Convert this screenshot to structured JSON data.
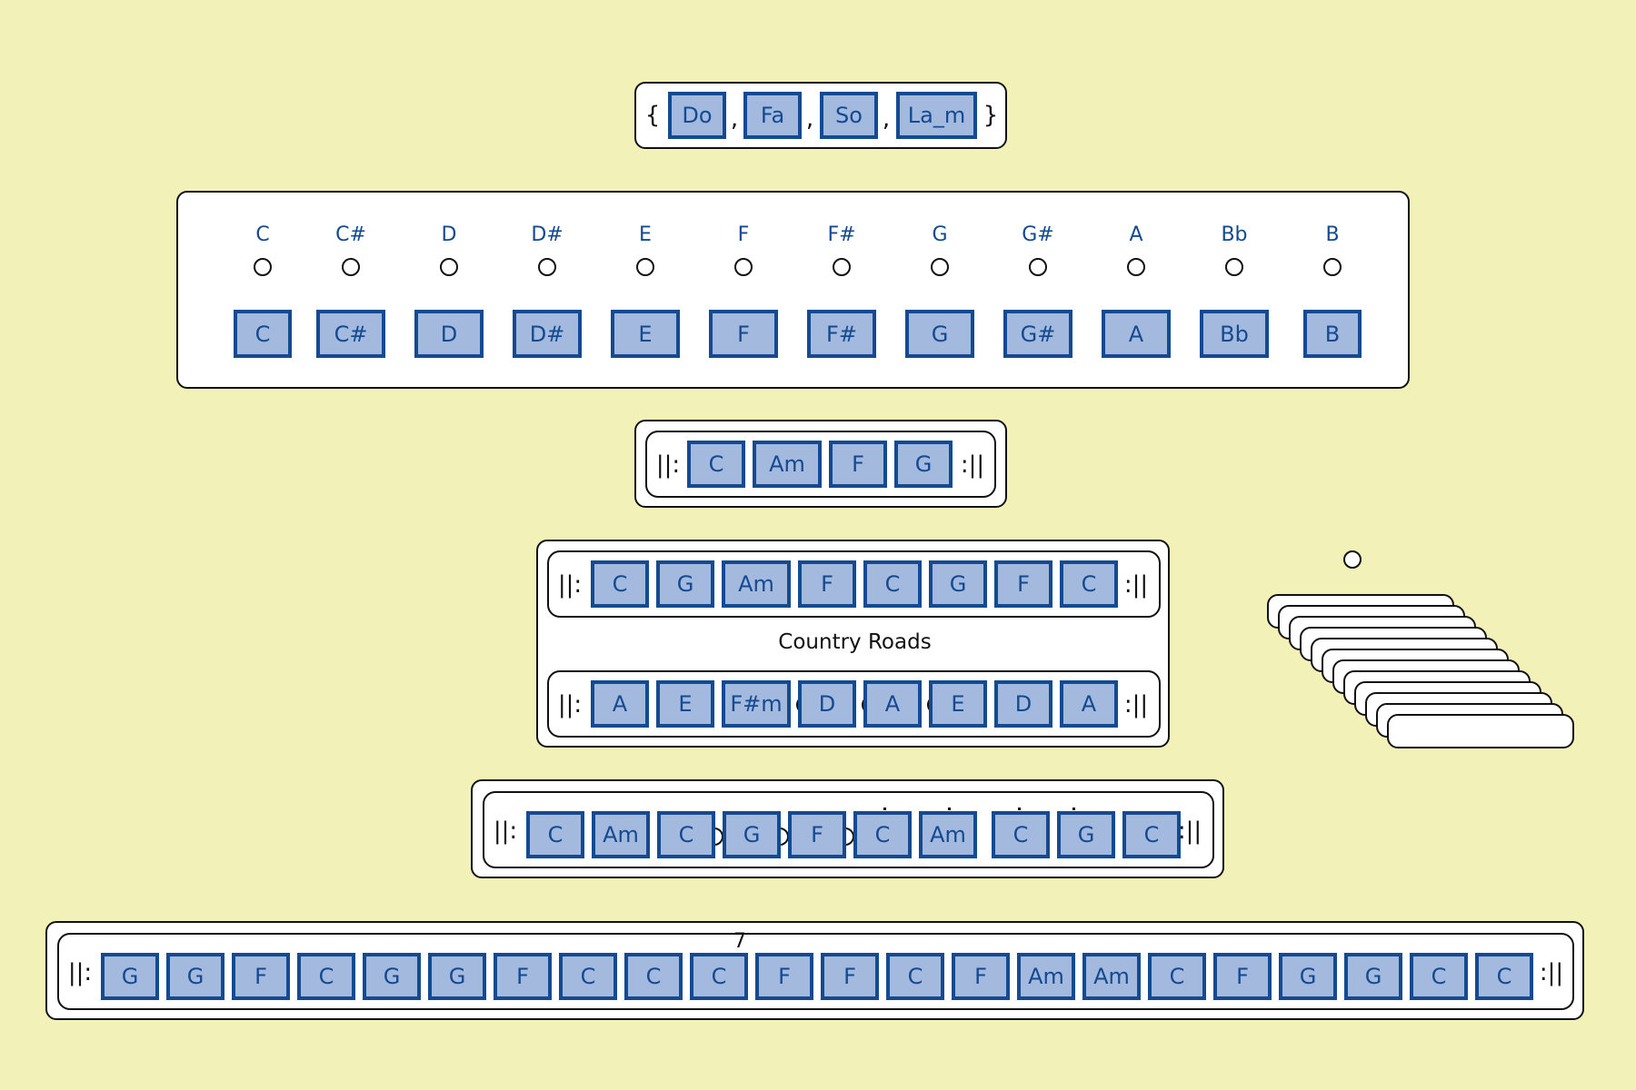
{
  "colors": {
    "background": "#f2f1b8",
    "chord_fill": "#a3b9de",
    "chord_border": "#134a92",
    "note_label": "#134a92"
  },
  "scale_set": {
    "open_brace": "{",
    "close_brace": "}",
    "separator": ",",
    "items": [
      "Do",
      "Fa",
      "So",
      "La_m"
    ]
  },
  "note_selector": {
    "labels": [
      "C",
      "C#",
      "D",
      "D#",
      "E",
      "F",
      "F#",
      "G",
      "G#",
      "A",
      "Bb",
      "B"
    ],
    "buttons": [
      "C",
      "C#",
      "D",
      "D#",
      "E",
      "F",
      "F#",
      "G",
      "G#",
      "A",
      "Bb",
      "B"
    ]
  },
  "repeat_symbols": {
    "start": "||:",
    "end": ":||"
  },
  "progression_1": {
    "chords": [
      "C",
      "Am",
      "F",
      "G"
    ]
  },
  "country_roads": {
    "title": "Country Roads",
    "row1": [
      "C",
      "G",
      "Am",
      "F",
      "C",
      "G",
      "F",
      "C"
    ],
    "row2": [
      "A",
      "E",
      "F#m",
      "D",
      "A",
      "E",
      "D",
      "A"
    ]
  },
  "progression_3": {
    "chords": [
      "C",
      "Am",
      "C",
      "G",
      "F",
      "C",
      "Am",
      "C",
      "G",
      "C"
    ]
  },
  "progression_4": {
    "marker": "7",
    "chords": [
      "G",
      "G",
      "F",
      "C",
      "G",
      "G",
      "F",
      "C",
      "C",
      "C",
      "F",
      "F",
      "C",
      "F",
      "Am",
      "Am",
      "C",
      "F",
      "G",
      "G",
      "C",
      "C"
    ]
  },
  "card_stack": {
    "count": 12
  }
}
